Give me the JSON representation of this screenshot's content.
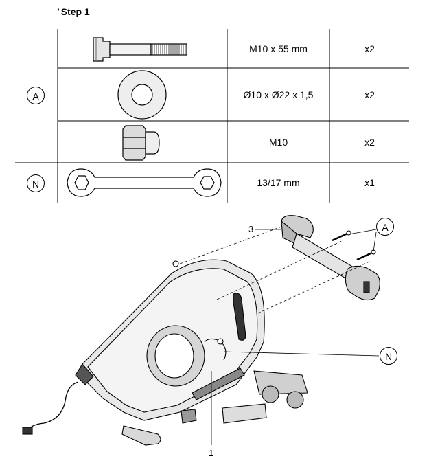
{
  "title": "Step 1",
  "title_prefix": "'",
  "parts_table": {
    "groups": [
      {
        "label": "A",
        "rows": [
          {
            "item": "bolt",
            "icon": "bolt-icon",
            "size": "M10 x 55 mm",
            "qty": "x2"
          },
          {
            "item": "washer",
            "icon": "washer-icon",
            "size": "Ø10 x Ø22 x 1,5",
            "qty": "x2"
          },
          {
            "item": "nut",
            "icon": "nut-icon",
            "size": "M10",
            "qty": "x2"
          }
        ]
      },
      {
        "label": "N",
        "rows": [
          {
            "item": "wrench",
            "icon": "wrench-icon",
            "size": "13/17 mm",
            "qty": "x1"
          }
        ]
      }
    ]
  },
  "diagram": {
    "callouts": {
      "main_body": "1",
      "stabilizer": "3",
      "hardware": "A",
      "tool": "N"
    }
  }
}
